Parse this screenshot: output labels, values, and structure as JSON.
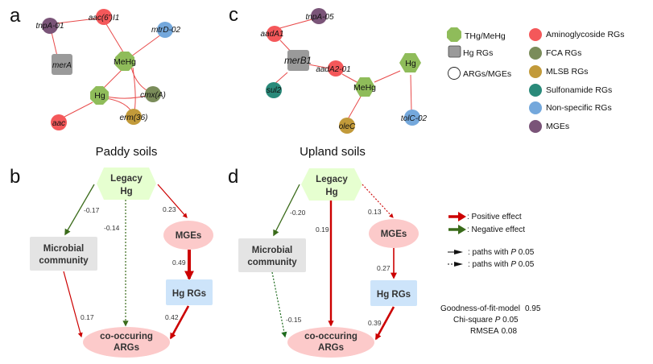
{
  "colors": {
    "hg_node": "#8fbc5a",
    "hg_rg_node": "#9a9a9a",
    "aminoglycoside": "#f4585a",
    "fca": "#7a8c5a",
    "mlsb": "#c29a3a",
    "sulfonamide": "#2a8a7a",
    "non_specific": "#74a8dc",
    "mge": "#7a5478",
    "network_edge": "#e84a4a",
    "positive": "#cc0000",
    "negative": "#3a6b1a",
    "sem_legacy_fill": "#e6ffd0",
    "sem_micro_fill": "#e4e4e4",
    "sem_pink_fill": "#fccaca",
    "sem_hgrg_fill": "#cde4fa"
  },
  "panel_a": {
    "letter": "a",
    "nodes": [
      {
        "id": "tnpA-01",
        "label": "tnpA-01",
        "type": "mge"
      },
      {
        "id": "aac6",
        "label": "aac(6')I1",
        "type": "aminoglycoside"
      },
      {
        "id": "mtrD-02",
        "label": "mtrD-02",
        "type": "non_specific"
      },
      {
        "id": "merA",
        "label": "merA",
        "type": "hg_rg"
      },
      {
        "id": "MeHg",
        "label": "MeHg",
        "type": "hg"
      },
      {
        "id": "Hg",
        "label": "Hg",
        "type": "hg"
      },
      {
        "id": "cmxA",
        "label": "cmx(A)",
        "type": "fca"
      },
      {
        "id": "erm36",
        "label": "erm(36)",
        "type": "mlsb"
      },
      {
        "id": "aac",
        "label": "aac",
        "type": "aminoglycoside"
      }
    ]
  },
  "panel_c": {
    "letter": "c",
    "nodes": [
      {
        "id": "tnpA-05",
        "label": "tnpA-05",
        "type": "mge"
      },
      {
        "id": "aadA1",
        "label": "aadA1",
        "type": "aminoglycoside"
      },
      {
        "id": "merB1",
        "label": "merB1",
        "type": "hg_rg"
      },
      {
        "id": "sul2",
        "label": "sul2",
        "type": "sulfonamide"
      },
      {
        "id": "aadA2-01",
        "label": "aadA2-01",
        "type": "aminoglycoside"
      },
      {
        "id": "MeHg",
        "label": "MeHg",
        "type": "hg"
      },
      {
        "id": "Hg",
        "label": "Hg",
        "type": "hg"
      },
      {
        "id": "oleC",
        "label": "oleC",
        "type": "mlsb"
      },
      {
        "id": "tolC-02",
        "label": "tolC-02",
        "type": "non_specific"
      }
    ]
  },
  "network_legend": {
    "shapes": [
      {
        "label": "THg/MeHg",
        "shape": "octagon"
      },
      {
        "label": "Hg RGs",
        "shape": "square"
      },
      {
        "label": "ARGs/MGEs",
        "shape": "circle"
      }
    ],
    "classes": [
      {
        "label": "Aminoglycoside RGs",
        "key": "aminoglycoside"
      },
      {
        "label": "FCA RGs",
        "key": "fca"
      },
      {
        "label": "MLSB RGs",
        "key": "mlsb"
      },
      {
        "label": "Sulfonamide RGs",
        "key": "sulfonamide"
      },
      {
        "label": "Non-specific RGs",
        "key": "non_specific"
      },
      {
        "label": "MGEs",
        "key": "mge"
      }
    ]
  },
  "panel_b": {
    "letter": "b",
    "title": "Paddy soils",
    "nodes": {
      "legacy_line1": "Legacy",
      "legacy_line2": "Hg",
      "micro_line1": "Microbial",
      "micro_line2": "community",
      "mges": "MGEs",
      "hgrgs": "Hg RGs",
      "args_line1": "co-occuring",
      "args_line2": "ARGs"
    },
    "paths": [
      {
        "from": "Legacy Hg",
        "to": "Microbial community",
        "coef": "-0.17",
        "effect": "negative",
        "significant": true
      },
      {
        "from": "Legacy Hg",
        "to": "co-occuring ARGs",
        "coef": "-0.14",
        "effect": "negative",
        "significant": false
      },
      {
        "from": "Legacy Hg",
        "to": "MGEs",
        "coef": "0.23",
        "effect": "positive",
        "significant": true
      },
      {
        "from": "MGEs",
        "to": "Hg RGs",
        "coef": "0.49",
        "effect": "positive",
        "significant": true
      },
      {
        "from": "Microbial community",
        "to": "co-occuring ARGs",
        "coef": "0.17",
        "effect": "positive",
        "significant": true
      },
      {
        "from": "Hg RGs",
        "to": "co-occuring ARGs",
        "coef": "0.42",
        "effect": "positive",
        "significant": true
      }
    ]
  },
  "panel_d": {
    "letter": "d",
    "title": "Upland soils",
    "nodes": {
      "legacy_line1": "Legacy",
      "legacy_line2": "Hg",
      "micro_line1": "Microbial",
      "micro_line2": "community",
      "mges": "MGEs",
      "hgrgs": "Hg RGs",
      "args_line1": "co-occuring",
      "args_line2": "ARGs"
    },
    "paths": [
      {
        "from": "Legacy Hg",
        "to": "Microbial community",
        "coef": "-0.20",
        "effect": "negative",
        "significant": true
      },
      {
        "from": "Legacy Hg",
        "to": "co-occuring ARGs",
        "coef": "0.19",
        "effect": "positive",
        "significant": true
      },
      {
        "from": "Legacy Hg",
        "to": "MGEs",
        "coef": "0.13",
        "effect": "positive",
        "significant": false
      },
      {
        "from": "MGEs",
        "to": "Hg RGs",
        "coef": "0.27",
        "effect": "positive",
        "significant": true
      },
      {
        "from": "Microbial community",
        "to": "co-occuring ARGs",
        "coef": "-0.15",
        "effect": "negative",
        "significant": false
      },
      {
        "from": "Hg RGs",
        "to": "co-occuring ARGs",
        "coef": "0.39",
        "effect": "positive",
        "significant": true
      }
    ]
  },
  "sem_legend": {
    "positive": ": Positive effect",
    "negative": ": Negative effect",
    "solid_paths": ": paths with ",
    "dashed_paths": ": paths with ",
    "p_symbol": "P",
    "p_value": " 0.05"
  },
  "fit_stats": {
    "gof_label": "Goodness-of-fit-model",
    "gof_value": "0.95",
    "chi_label": "Chi-square ",
    "chi_p": "P",
    "chi_value": " 0.05",
    "rmsea_label": "RMSEA",
    "rmsea_value": "0.08"
  }
}
